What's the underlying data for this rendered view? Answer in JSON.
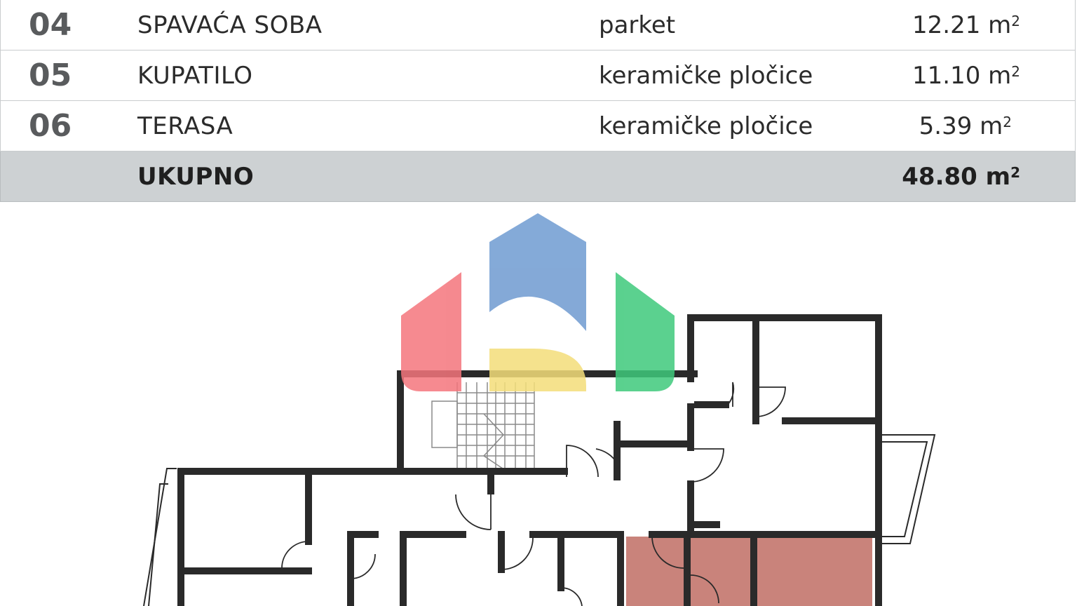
{
  "rooms": [
    {
      "num": "04",
      "name": "SPAVAĆA SOBA",
      "material": "parket",
      "area": "12.21 m",
      "unit_sup": "2"
    },
    {
      "num": "05",
      "name": "KUPATILO",
      "material": "keramičke pločice",
      "area": "11.10 m",
      "unit_sup": "2"
    },
    {
      "num": "06",
      "name": "TERASA",
      "material": "keramičke pločice",
      "area": "5.39 m",
      "unit_sup": "2"
    }
  ],
  "total": {
    "label": "UKUPNO",
    "area": "48.80 m",
    "unit_sup": "2"
  },
  "colors": {
    "row_border": "#c9ccce",
    "total_bg": "#cdd1d3",
    "wall": "#2a2a2a",
    "highlight_room": "#c9837b",
    "logo_red": "#f4757c",
    "logo_blue": "#6f9bd1",
    "logo_green": "#3ec97b",
    "logo_yellow": "#f4de7a"
  },
  "icons": {
    "logo": "watermark-house-logo-icon"
  }
}
